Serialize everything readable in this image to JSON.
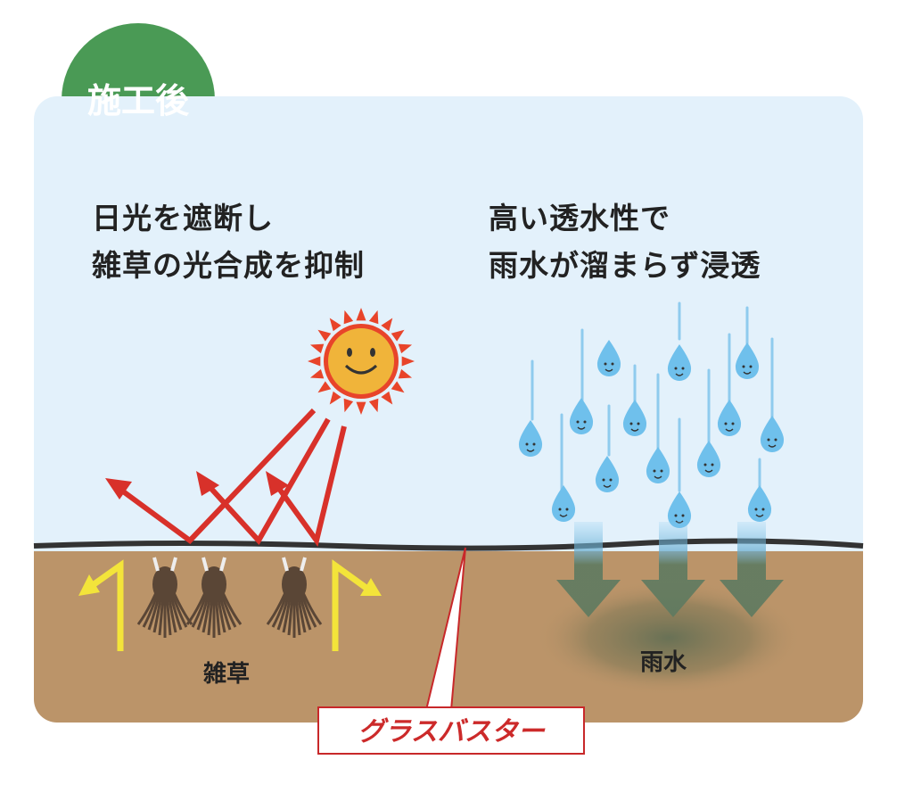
{
  "badge": {
    "label": "施工後",
    "color": "#4a9a55"
  },
  "left_heading": {
    "line1": "日光を遮断し",
    "line2": "雑草の光合成を抑制"
  },
  "right_heading": {
    "line1": "高い透水性で",
    "line2": "雨水が溜まらず浸透"
  },
  "labels": {
    "weeds": "雑草",
    "rainwater": "雨水",
    "product": "グラスバスター"
  },
  "colors": {
    "sky": "#e3f1fb",
    "soil": "#bb9469",
    "sunlight_arrow": "#d8312a",
    "heat_arrow": "#f3e43a",
    "drop": "#6fc0ec",
    "sun": "#f0b43a",
    "sun_rays": "#e8442a"
  }
}
